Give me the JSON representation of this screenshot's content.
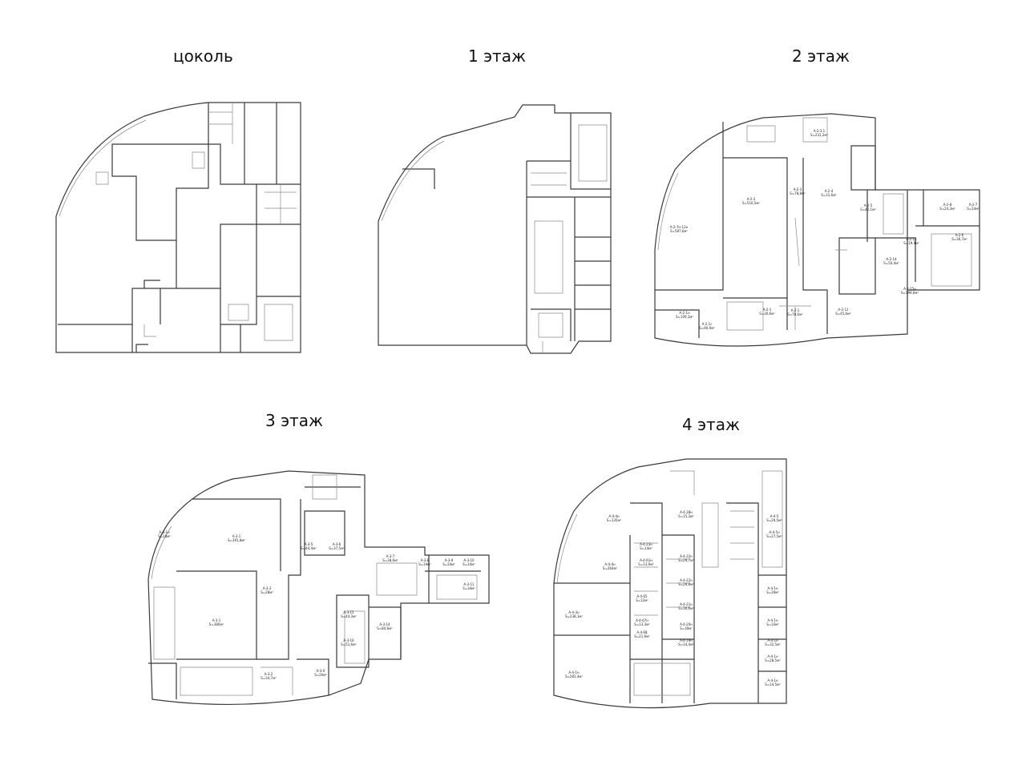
{
  "floors": {
    "basement": {
      "title": "цоколь",
      "rooms": []
    },
    "f1": {
      "title": "1 этаж",
      "rooms": []
    },
    "f2": {
      "title": "2 этаж",
      "rooms": [
        {
          "code": "A-2-7н-13н",
          "area": "S=587,6м²"
        },
        {
          "code": "A-2-2",
          "area": "S=516,5м²"
        },
        {
          "code": "A-2-3",
          "area": "S=78,8м²"
        },
        {
          "code": "A-2-4",
          "area": "S=31,6м²"
        },
        {
          "code": "A-2-5",
          "area": "S=42,1м²"
        },
        {
          "code": "A-2-6",
          "area": "S=36,7м²"
        },
        {
          "code": "A-2-7",
          "area": "S=24м²"
        },
        {
          "code": "A-2-8",
          "area": "S=24,3м²"
        },
        {
          "code": "A-2-13",
          "area": "S=19,4м²"
        },
        {
          "code": "A-2-14",
          "area": "S=50,4м²"
        },
        {
          "code": "A-2-15н",
          "area": "S=199,6м²"
        },
        {
          "code": "A-2-1н",
          "area": "S=109,1м²"
        },
        {
          "code": "A-2-1с",
          "area": "S=90,9м²"
        },
        {
          "code": "A-2-1",
          "area": "S=30,6м²"
        },
        {
          "code": "A-2-1",
          "area": "S=78,6м²"
        },
        {
          "code": "A-2-11",
          "area": "S=45,6м²"
        },
        {
          "code": "A-2-3.1",
          "area": "S=231,2м²"
        }
      ]
    },
    "f3": {
      "title": "3 этаж",
      "rooms": [
        {
          "code": "A-3-1",
          "area": "S=391,8м²"
        },
        {
          "code": "A-3-1",
          "area": "S=380м²"
        },
        {
          "code": "A-3-5",
          "area": "S=44,4м²"
        },
        {
          "code": "A-3-6",
          "area": "S=37,5м²"
        },
        {
          "code": "A-3-7",
          "area": "S=38,6м²"
        },
        {
          "code": "A-3-8",
          "area": "S=19м²"
        },
        {
          "code": "A-3-9",
          "area": "S=24м²"
        },
        {
          "code": "A-3-10",
          "area": "S=24м²"
        },
        {
          "code": "A-3-11",
          "area": "S=34м²"
        },
        {
          "code": "A-3-14",
          "area": "S=84,6м²"
        },
        {
          "code": "A-3-15",
          "area": "S=44,3м²"
        },
        {
          "code": "A-3-16",
          "area": "S=51,6м²"
        },
        {
          "code": "A-3-3",
          "area": "S=28м²"
        },
        {
          "code": "A-3-1н",
          "area": "S=28м²"
        },
        {
          "code": "A-3-0",
          "area": "S=20м²"
        },
        {
          "code": "A-3-2",
          "area": "S=34,7м²"
        }
      ]
    },
    "f4": {
      "title": "4 этаж",
      "rooms": [
        {
          "code": "A-4-4н",
          "area": "S=135м²"
        },
        {
          "code": "A-4-4н",
          "area": "S=264м²"
        },
        {
          "code": "A-4-3н",
          "area": "S=238,1м²"
        },
        {
          "code": "A-4-1н",
          "area": "S=281,4м²"
        },
        {
          "code": "A-4-28н",
          "area": "S=15,3м²"
        },
        {
          "code": "A-4-23н",
          "area": "S=14м²"
        },
        {
          "code": "A-4-22н",
          "area": "S=29,7м²"
        },
        {
          "code": "A-4-22н",
          "area": "S=29,8м²"
        },
        {
          "code": "A-4-21н",
          "area": "S=30,6м²"
        },
        {
          "code": "A-4-20н",
          "area": "S=30м²"
        },
        {
          "code": "A-4-19н",
          "area": "S=14,4м²"
        },
        {
          "code": "A-4-61н",
          "area": "S=13,9м²"
        },
        {
          "code": "A-4-65",
          "area": "S=12м²"
        },
        {
          "code": "A-4-67н",
          "area": "S=13,3м²"
        },
        {
          "code": "A-4-68",
          "area": "S=21,9м²"
        },
        {
          "code": "A-4-5",
          "area": "S=29,5м²"
        },
        {
          "code": "A-4-5н",
          "area": "S=27,5м²"
        },
        {
          "code": "A-4-1н",
          "area": "S=29м²"
        },
        {
          "code": "A-4-1н",
          "area": "S=33м²"
        },
        {
          "code": "A-4-1н",
          "area": "S=32,5м²"
        },
        {
          "code": "A-4-1н",
          "area": "S=28,5м²"
        },
        {
          "code": "A-4-1н",
          "area": "S=14,5м²"
        }
      ]
    }
  },
  "colors": {
    "line": "#3a3a3a",
    "thin": "#8a8a8a",
    "text": "#222222"
  }
}
